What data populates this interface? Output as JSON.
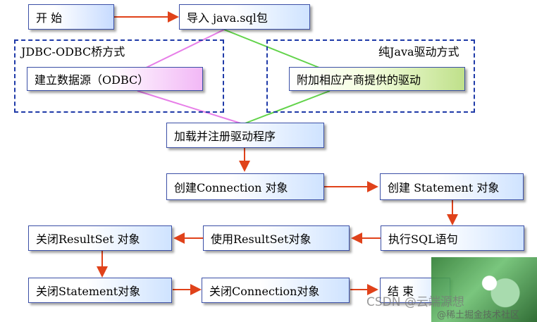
{
  "nodes": {
    "start": "开  始",
    "import_sql": "导入 java.sql包",
    "build_datasource": "建立数据源（ODBC）",
    "attach_driver": "附加相应产商提供的驱动",
    "load_register": "加载并注册驱动程序",
    "create_connection": "创建Connection 对象",
    "create_statement": "创建 Statement 对象",
    "execute_sql": "执行SQL语句",
    "use_resultset": "使用ResultSet对象",
    "close_resultset": "关闭ResultSet 对象",
    "close_statement": "关闭Statement对象",
    "close_connection": "关闭Connection对象",
    "end": "结  束"
  },
  "groups": {
    "jdbc_odbc": "JDBC-ODBC桥方式",
    "pure_java": "纯Java驱动方式"
  },
  "colors": {
    "arrow": "#e0421a",
    "pink_line": "#e77ee8",
    "green_line": "#62d34a",
    "group_border": "#1f3aa8",
    "box_border": "#3b4fa6"
  },
  "watermark": {
    "csdn": "CSDN @云端源想",
    "juejin": "@稀土掘金技术社区"
  }
}
